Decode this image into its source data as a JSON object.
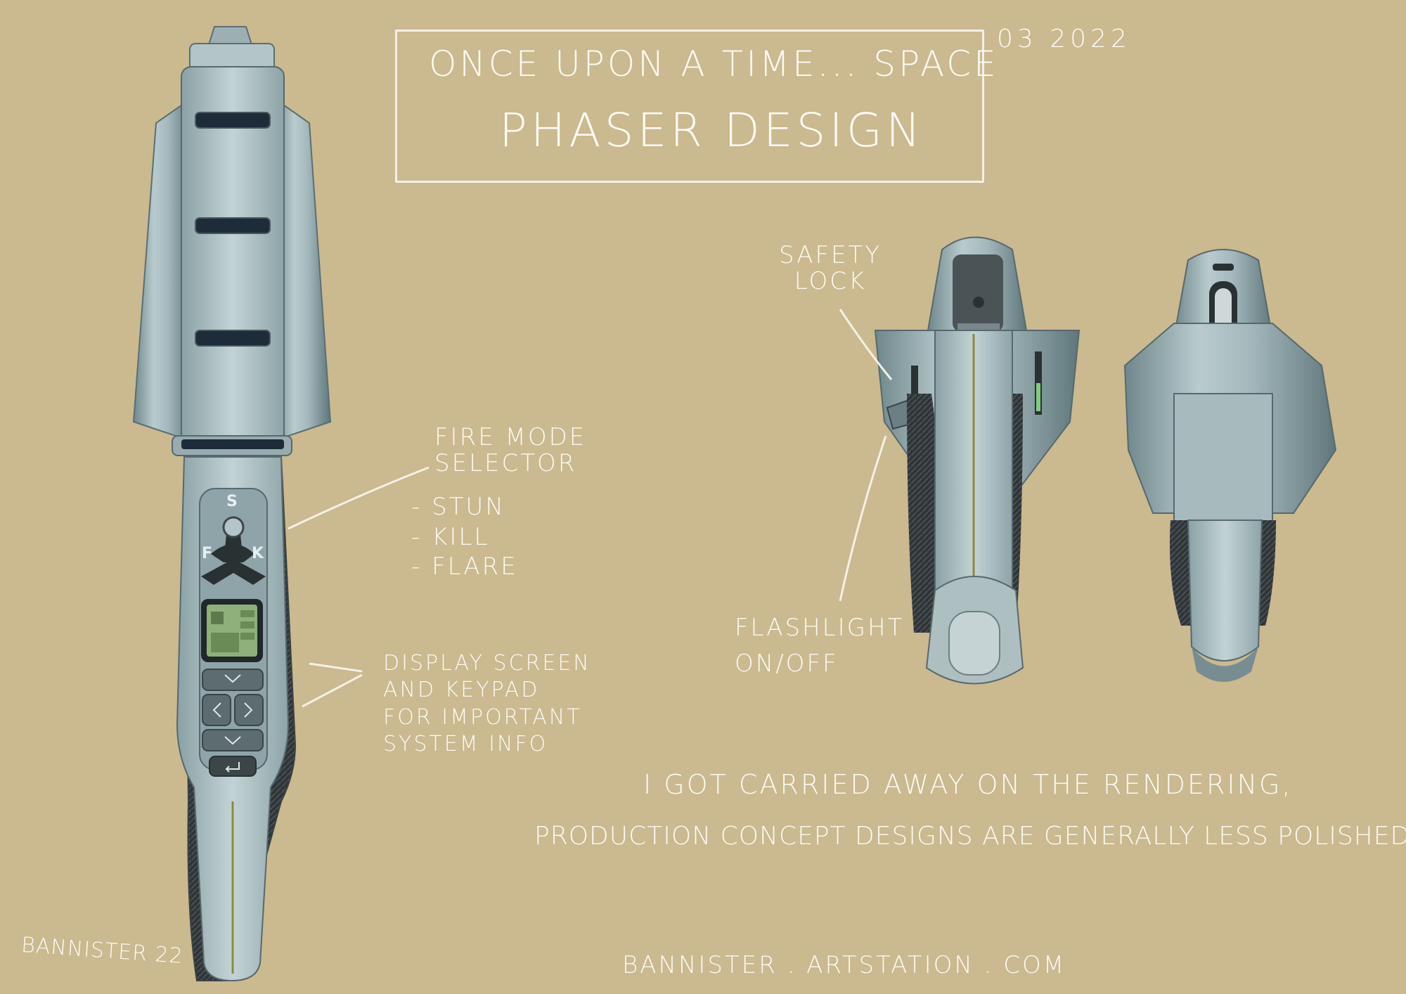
{
  "title": {
    "line1": "ONCE UPON A TIME... SPACE",
    "line2": "PHASER DESIGN"
  },
  "date": "03 2022",
  "annotations": {
    "fire_mode": {
      "heading_line1": "FIRE MODE",
      "heading_line2": "SELECTOR",
      "options": [
        "- STUN",
        "- KILL",
        "- FLARE"
      ]
    },
    "display": {
      "lines": [
        "DISPLAY SCREEN",
        "AND KEYPAD",
        "FOR IMPORTANT",
        "SYSTEM INFO"
      ]
    },
    "safety": {
      "line1": "SAFETY",
      "line2": "LOCK"
    },
    "flashlight": {
      "line1": "FLASHLIGHT",
      "line2": "ON/OFF"
    }
  },
  "note": {
    "line1": "I GOT CARRIED AWAY ON THE RENDERING,",
    "line2": "PRODUCTION CONCEPT DESIGNS ARE GENERALLY LESS POLISHED."
  },
  "selector_letters": {
    "top": "S",
    "left": "F",
    "right": "K"
  },
  "signature": "BANNISTER 22",
  "website": "BANNISTER . ARTSTATION . COM",
  "colors": {
    "background": "#cbb98f",
    "metal": "#a9bcc0",
    "metal_dark": "#6d8589",
    "screen": "#8fb07a",
    "indicator": "#7fcf7a",
    "stripe": "#8a8a3a"
  }
}
